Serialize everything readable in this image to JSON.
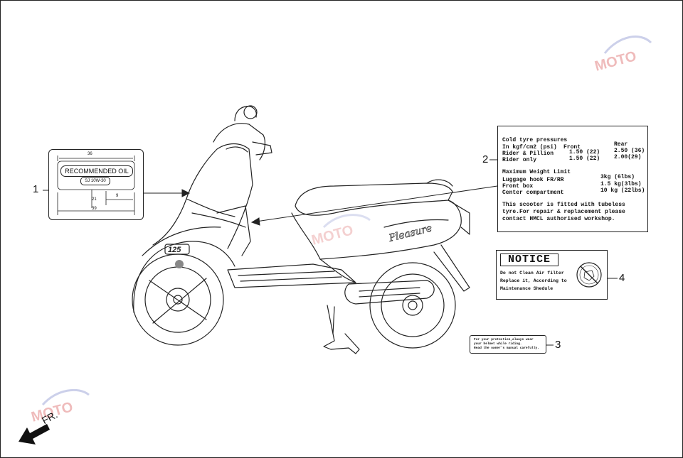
{
  "callouts": [
    "1",
    "2",
    "3",
    "4"
  ],
  "direction_label": "FR.",
  "label1": {
    "title": "RECOMMENDED OIL",
    "grade": "SJ 10W-30",
    "dim_top": "36",
    "dim_bottom": "39",
    "dim_mid": "21",
    "dim_right": "9"
  },
  "label2": {
    "lines": [
      "Cold tyre pressures",
      "In kgf/cm2 (psi)",
      "Rider & Pillion",
      "Rider only",
      "Maximum Weight Limit",
      "Luggage hook FR/RR",
      "Front box",
      "Center compartment",
      "This scooter is fitted with tubeless",
      "tyre.For repair & replacement please",
      "contact HMCL authorised workshop."
    ],
    "col_front": "Front",
    "col_rear": "Rear",
    "pillion_front": "1.50 (22)",
    "pillion_rear": "2.50 (36)",
    "rider_front": "1.50 (22)",
    "rider_rear": "2.00(29)",
    "luggage": "3kg  (6lbs)",
    "front_box": "1.5 kg(3lbs)",
    "center": "10 kg (22lbs)"
  },
  "label3": {
    "lines": [
      "For your protection,always wear",
      "your helmet while riding.",
      "Read the owner's manual carefully."
    ]
  },
  "label4": {
    "title": "NOTICE",
    "lines": [
      "Do not Clean Air filter",
      "Replace it, According to",
      "Maintenance Shedule"
    ]
  },
  "scooter": {
    "badge": "125",
    "script": "Pleasure"
  },
  "watermark": "MOTO"
}
